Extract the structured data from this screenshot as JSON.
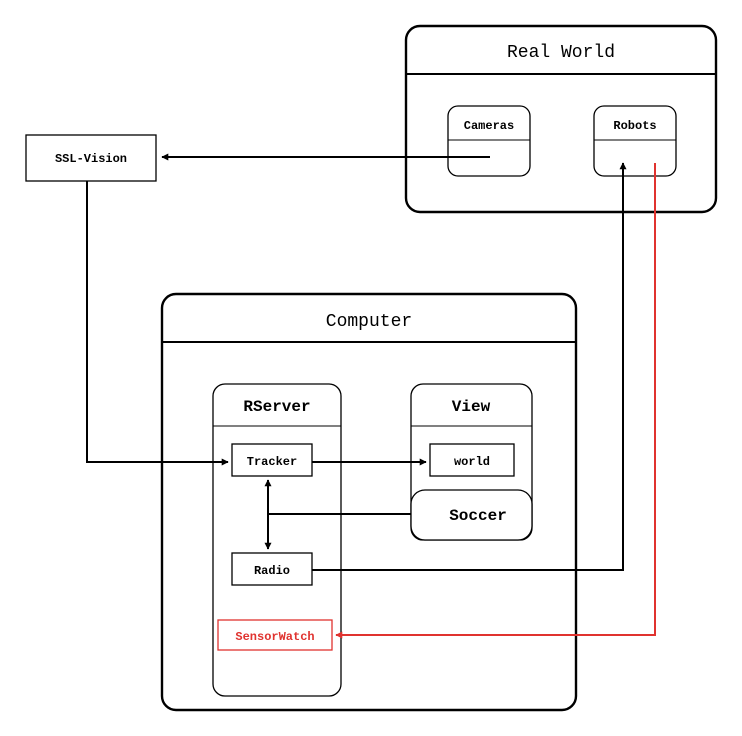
{
  "diagram": {
    "containers": {
      "real_world": "Real World",
      "computer": "Computer"
    },
    "components": {
      "cameras": "Cameras",
      "robots": "Robots",
      "rserver": "RServer",
      "view": "View",
      "soccer": "Soccer"
    },
    "modules": {
      "ssl_vision": "SSL-Vision",
      "tracker": "Tracker",
      "world": "world",
      "radio": "Radio",
      "sensorwatch": "SensorWatch"
    },
    "colors": {
      "line": "#000000",
      "highlight": "#e0332f",
      "background": "#ffffff"
    }
  }
}
